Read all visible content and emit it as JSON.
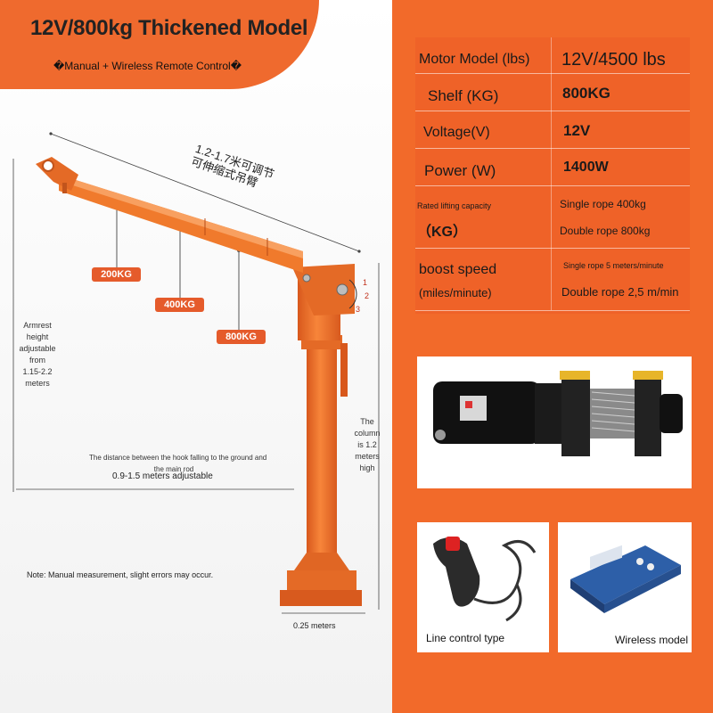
{
  "header": {
    "title": "12V/800kg Thickened Model",
    "subtitle": "�Manual + Wireless Remote Control�"
  },
  "diagram": {
    "boom_length_cn_line1": "1.2-1.7米可调节",
    "boom_length_cn_line2": "可伸缩式吊臂",
    "load_tags": [
      "200KG",
      "400KG",
      "800KG"
    ],
    "angle_marks": [
      "1",
      "2",
      "3"
    ],
    "armrest_text": [
      "Armrest",
      "height",
      "adjustable",
      "from",
      "1.15-2.2",
      "meters"
    ],
    "column_text": [
      "The",
      "column",
      "is 1.2",
      "meters",
      "high"
    ],
    "hook_distance_line1": "The distance between the hook falling to the ground and",
    "hook_distance_line2": "the main rod",
    "hook_distance_value": "0.9-1.5 meters adjustable",
    "note": "Note: Manual measurement, slight errors may occur.",
    "base_width": "0.25 meters"
  },
  "specs": {
    "motor_label": "Motor Model (lbs)",
    "motor_value": "12V/4500 lbs",
    "shelf_label": "Shelf (KG)",
    "shelf_value": "800KG",
    "voltage_label": "Voltage(V)",
    "voltage_value": "12V",
    "power_label": "Power (W)",
    "power_value": "1400W",
    "capacity_label_line1": "Rated lifting capacity",
    "capacity_label_line2": "（KG）",
    "capacity_value_line1": "Single rope 400kg",
    "capacity_value_line2": "Double rope 800kg",
    "speed_label_line1": "boost speed",
    "speed_label_line2": "(miles/minute)",
    "speed_value_line1": "Single rope 5 meters/minute",
    "speed_value_line2": "Double rope 2,5 m/min"
  },
  "photos": {
    "line_control_label": "Line control type",
    "wireless_label": "Wireless model"
  },
  "colors": {
    "accent": "#ef6a2e",
    "crane": "#f07a2c"
  }
}
